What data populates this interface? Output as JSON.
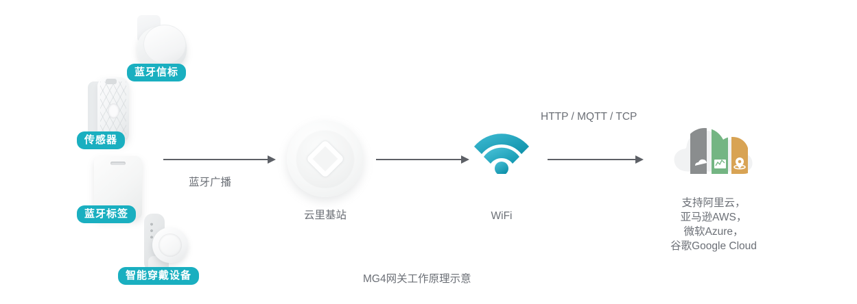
{
  "diagram": {
    "caption": "MG4网关工作原理示意",
    "accent_color": "#1aafc0",
    "text_color": "#6b6f76",
    "arrow_color": "#5d6066",
    "background": "#ffffff"
  },
  "devices": [
    {
      "id": "bluetooth-beacon",
      "badge": "蓝牙信标",
      "icon": "round-beacon-puck"
    },
    {
      "id": "sensor",
      "badge": "传感器",
      "icon": "sensor-module"
    },
    {
      "id": "bluetooth-tag",
      "badge": "蓝牙标签",
      "icon": "card-tag"
    },
    {
      "id": "smart-wearable",
      "badge": "智能穿戴设备",
      "icon": "wrist-wearable"
    }
  ],
  "nodes": {
    "gateway": {
      "label": "云里基站",
      "icon": "gateway-disc"
    },
    "wifi": {
      "label": "WiFi",
      "icon": "wifi-icon",
      "color_light": "#3fbcd4",
      "color_dark": "#0d8fa8"
    },
    "cloud": {
      "icon": "cloud-icon",
      "text_lines": [
        "支持阿里云，",
        "亚马逊AWS，",
        "微软Azure，",
        "谷歌Google Cloud"
      ],
      "bars": [
        {
          "name": "cloud-storage-bar",
          "color": "#8a8d8e",
          "icon": "cloud-glyph"
        },
        {
          "name": "analytics-bar",
          "color": "#74b583",
          "icon": "chart-glyph"
        },
        {
          "name": "location-bar",
          "color": "#d8a354",
          "icon": "map-pin-glyph"
        }
      ]
    }
  },
  "connections": [
    {
      "id": "bluetooth-broadcast",
      "label": "蓝牙广播"
    },
    {
      "id": "gateway-to-wifi",
      "label": ""
    },
    {
      "id": "wifi-to-cloud",
      "label": "HTTP / MQTT / TCP"
    }
  ]
}
